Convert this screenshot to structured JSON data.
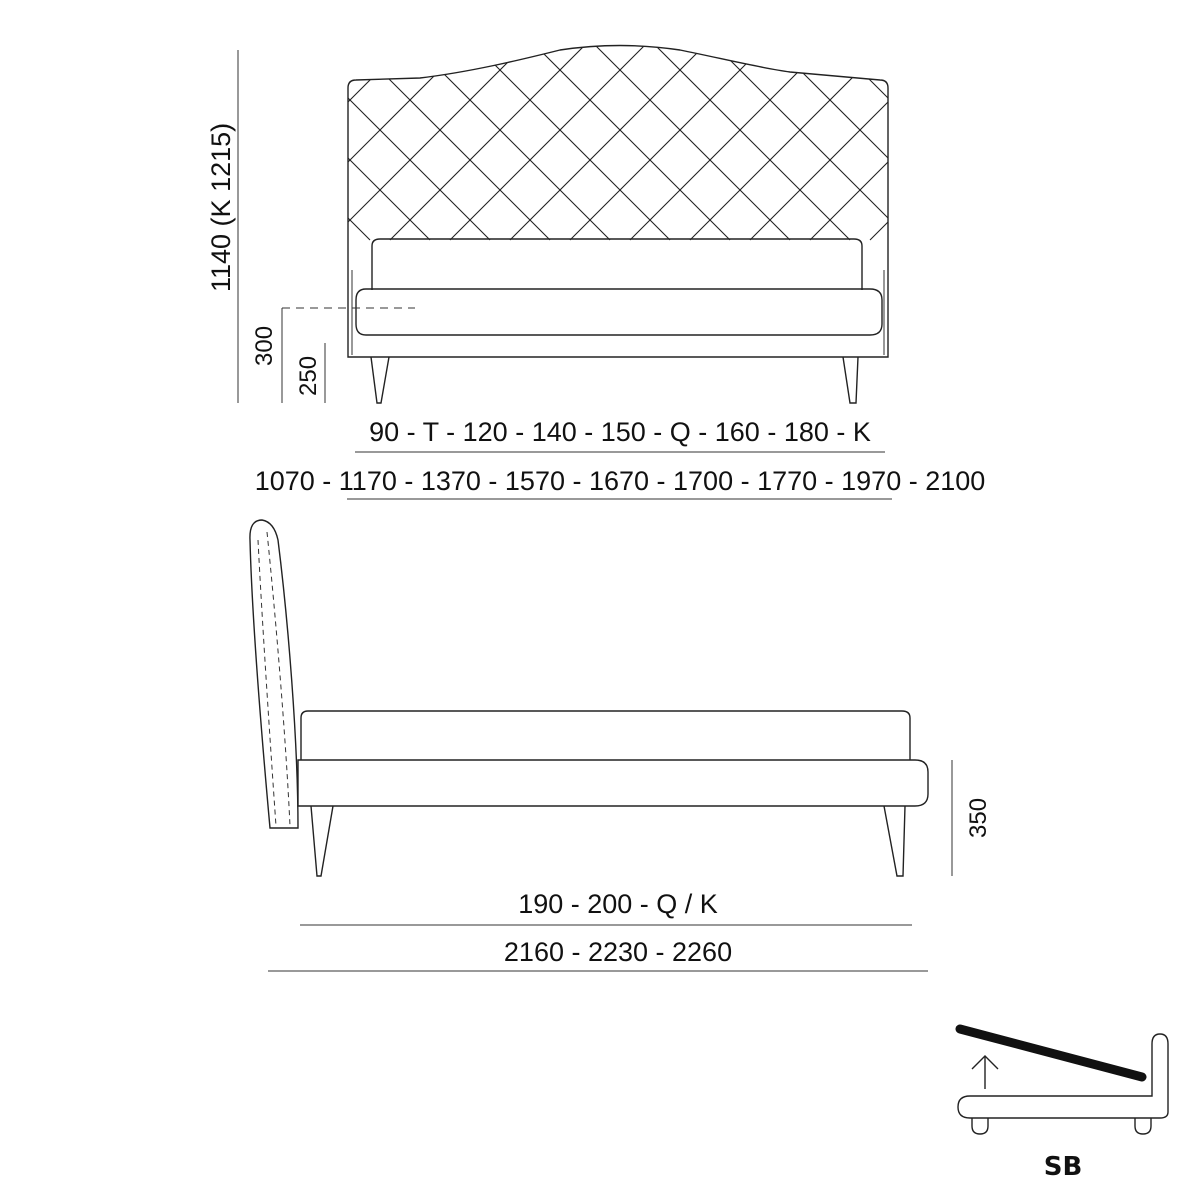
{
  "front_view": {
    "height_label": "1140 (K 1215)",
    "height_300": "300",
    "height_250": "250",
    "size_codes": "90 - T - 120 - 140 - 150  -  Q - 160 - 180  - K",
    "width_values": "1070 - 1170 - 1370 - 1570  - 1670 - 1700 - 1770 - 1970 -  2100"
  },
  "side_view": {
    "height_350": "350",
    "length_codes": "190 - 200 - Q / K",
    "length_values": "2160  - 2230 - 2260"
  },
  "storage_icon": {
    "label": "SB"
  }
}
